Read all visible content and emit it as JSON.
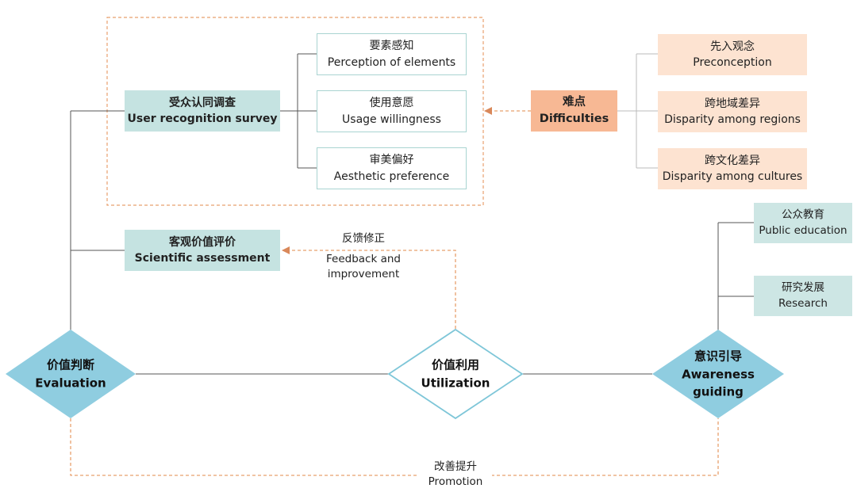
{
  "nodes": {
    "survey": {
      "zh": "受众认同调查",
      "en": "User recognition survey"
    },
    "assessment": {
      "zh": "客观价值评价",
      "en": "Scientific assessment"
    },
    "perception": {
      "zh": "要素感知",
      "en": "Perception of elements"
    },
    "usage": {
      "zh": "使用意愿",
      "en": "Usage willingness"
    },
    "aesthetic": {
      "zh": "审美偏好",
      "en": "Aesthetic preference"
    },
    "difficulties": {
      "zh": "难点",
      "en": "Difficulties"
    },
    "preconception": {
      "zh": "先入观念",
      "en": "Preconception"
    },
    "regions": {
      "zh": "跨地域差异",
      "en": "Disparity among regions"
    },
    "cultures": {
      "zh": "跨文化差异",
      "en": "Disparity among cultures"
    },
    "education": {
      "zh": "公众教育",
      "en": "Public education"
    },
    "research": {
      "zh": "研究发展",
      "en": "Research"
    },
    "evaluation": {
      "zh": "价值判断",
      "en": "Evaluation"
    },
    "utilization": {
      "zh": "价值利用",
      "en": "Utilization"
    },
    "awareness": {
      "zh": "意识引导",
      "en_1": "Awareness",
      "en_2": "guiding"
    }
  },
  "edges": {
    "feedback": {
      "zh": "反馈修正",
      "en_1": "Feedback and",
      "en_2": "improvement"
    },
    "promotion": {
      "zh": "改善提升",
      "en": "Promotion"
    }
  },
  "colors": {
    "teal": "#c5e3e1",
    "teal_border": "#a9d4d1",
    "diamond_fill": "#8fcde0",
    "peach": "#fde3d1",
    "orange": "#f7b894",
    "dashed_orange": "#e8a06e",
    "line": "#555555"
  }
}
